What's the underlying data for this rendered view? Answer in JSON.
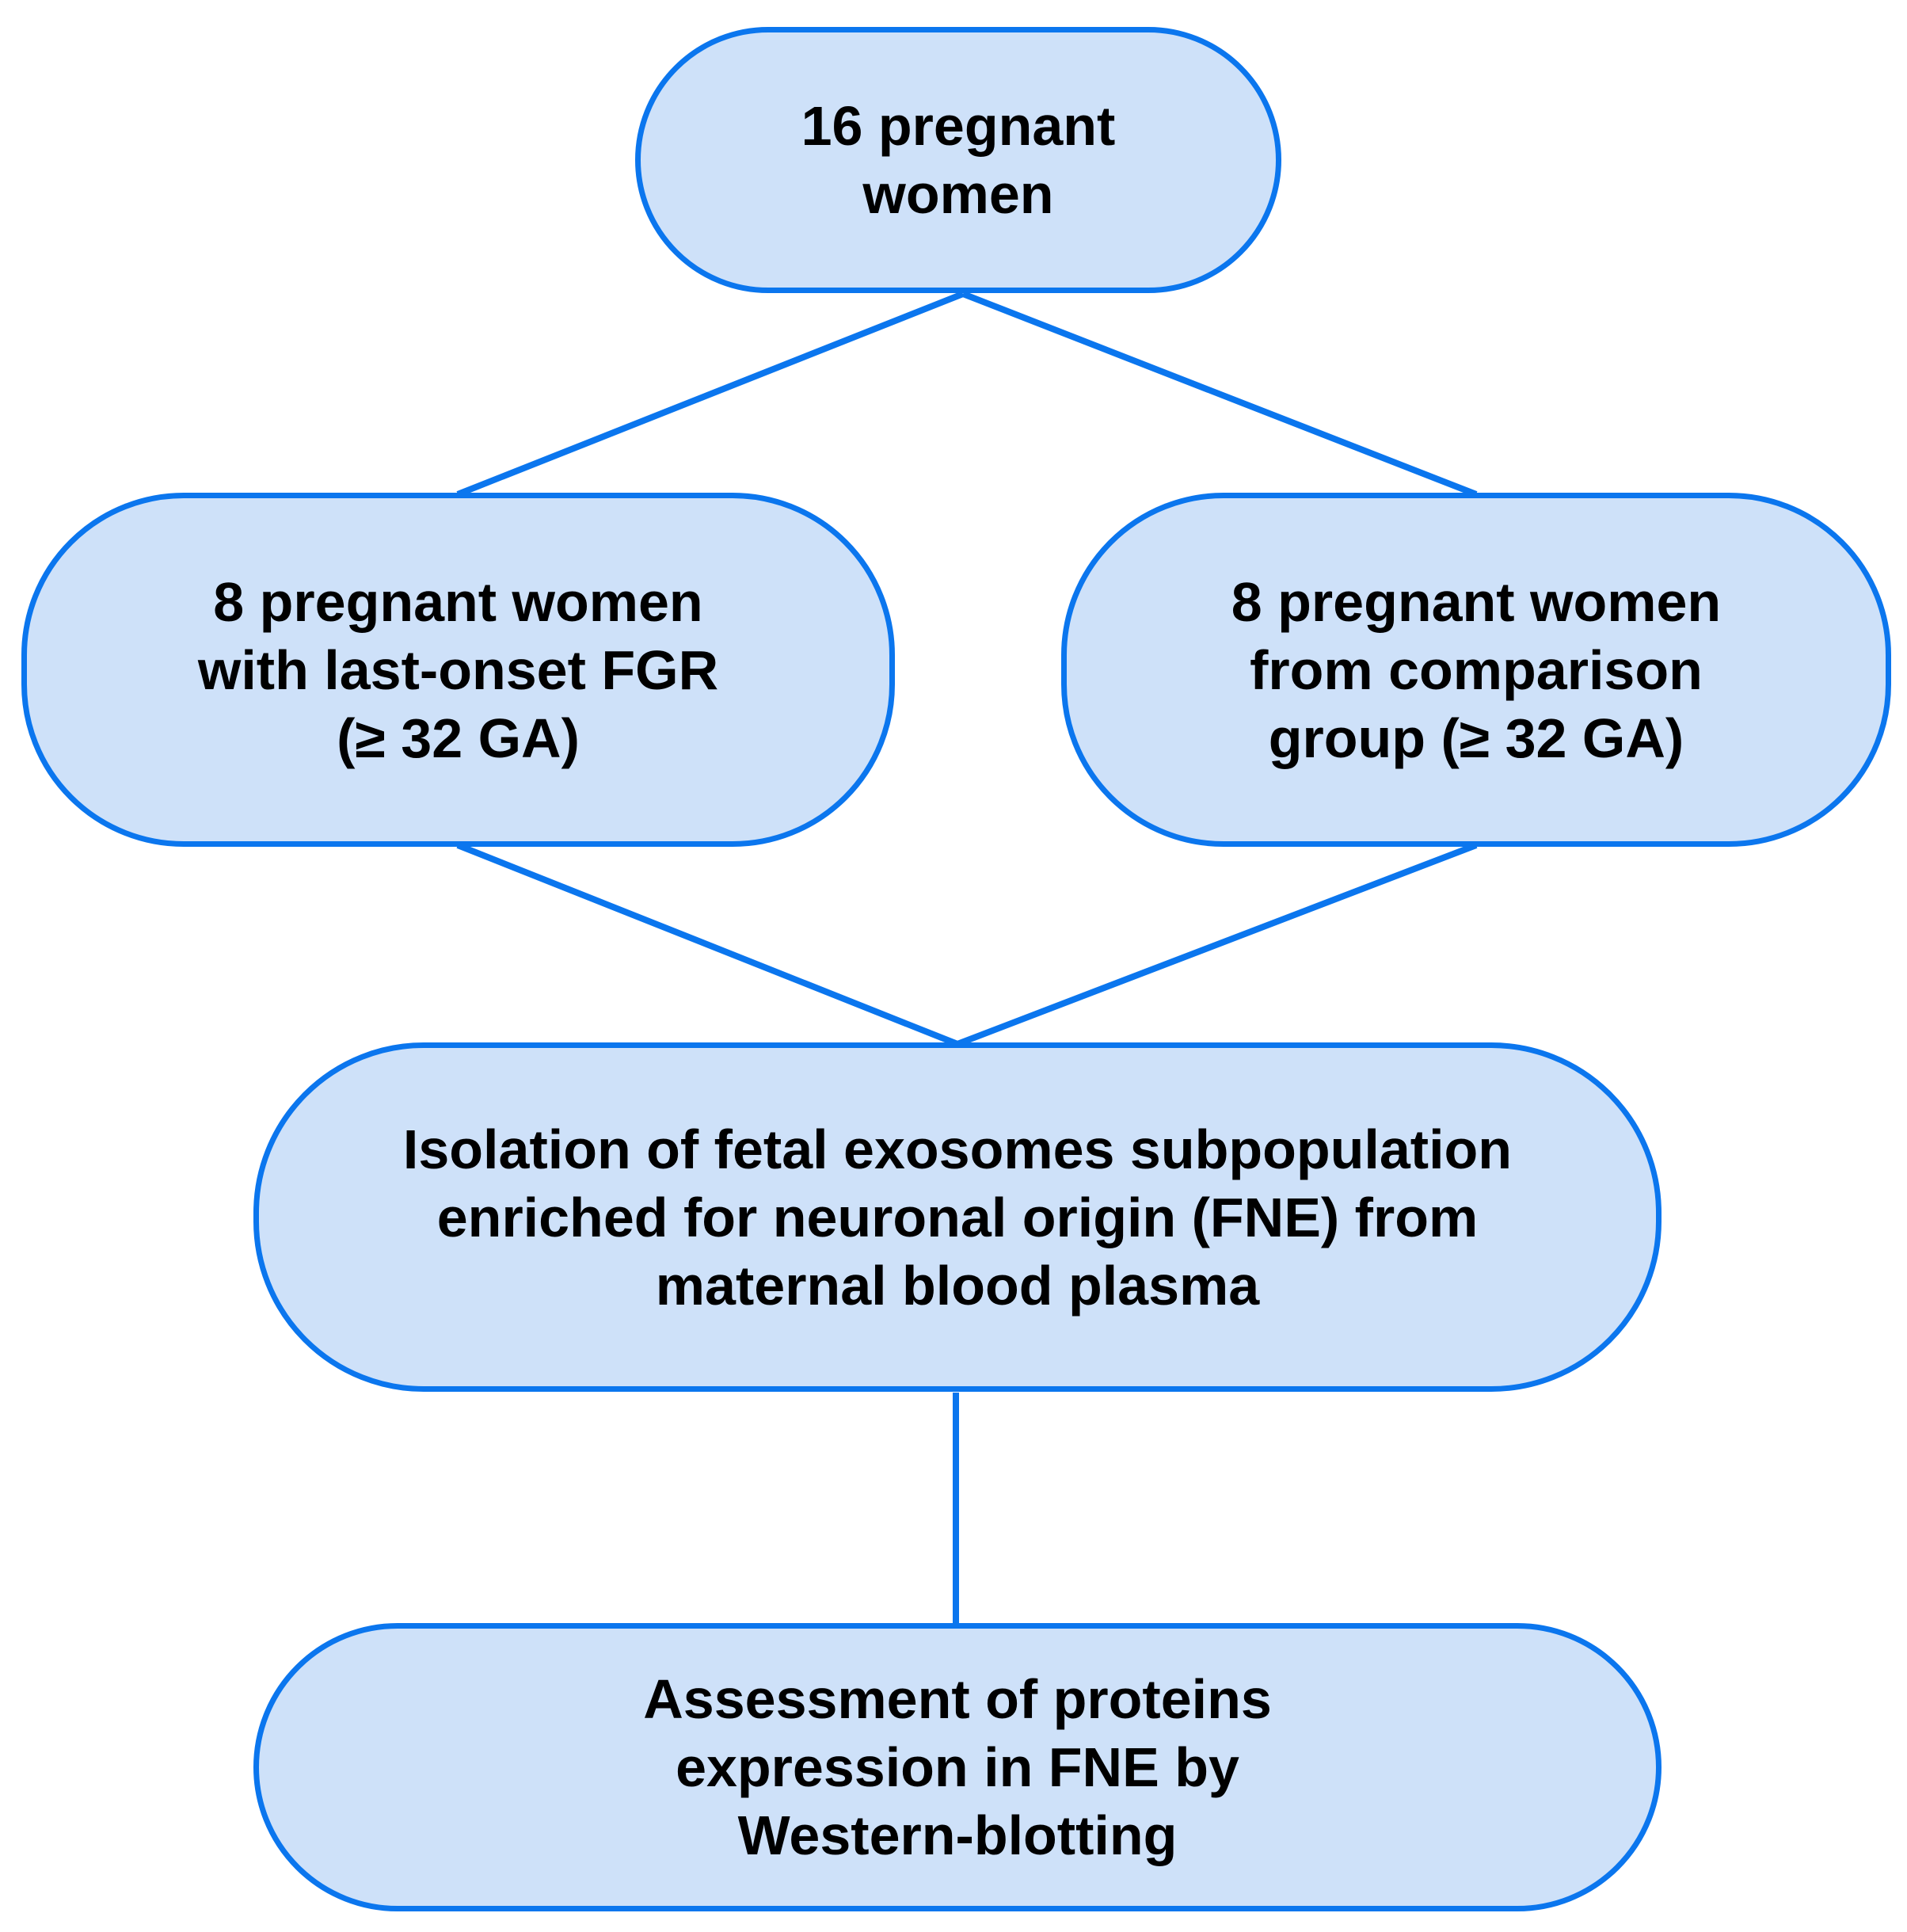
{
  "figure": {
    "type": "flowchart",
    "description": "Study design flow diagram"
  },
  "colors": {
    "node-fill": "#cee1f9",
    "node-border": "#0b76ee",
    "connector": "#0b76ee",
    "text": "#000000",
    "background": "#ffffff"
  },
  "nodes": {
    "total": {
      "text": "16 pregnant\nwomen"
    },
    "fgr": {
      "text": "8 pregnant women\nwith last-onset FGR\n(≥ 32 GA)"
    },
    "comparison": {
      "text": "8 pregnant women\nfrom comparison\ngroup (≥ 32 GA)"
    },
    "isolation": {
      "text": "Isolation of fetal exosomes subpopulation\nenriched for neuronal origin (FNE) from\nmaternal blood plasma"
    },
    "assessment": {
      "text": "Assessment of proteins\nexpression in FNE by\nWestern-blotting"
    }
  },
  "edges": [
    {
      "from": "total",
      "to": "fgr"
    },
    {
      "from": "total",
      "to": "comparison"
    },
    {
      "from": "fgr",
      "to": "isolation"
    },
    {
      "from": "comparison",
      "to": "isolation"
    },
    {
      "from": "isolation",
      "to": "assessment"
    }
  ]
}
